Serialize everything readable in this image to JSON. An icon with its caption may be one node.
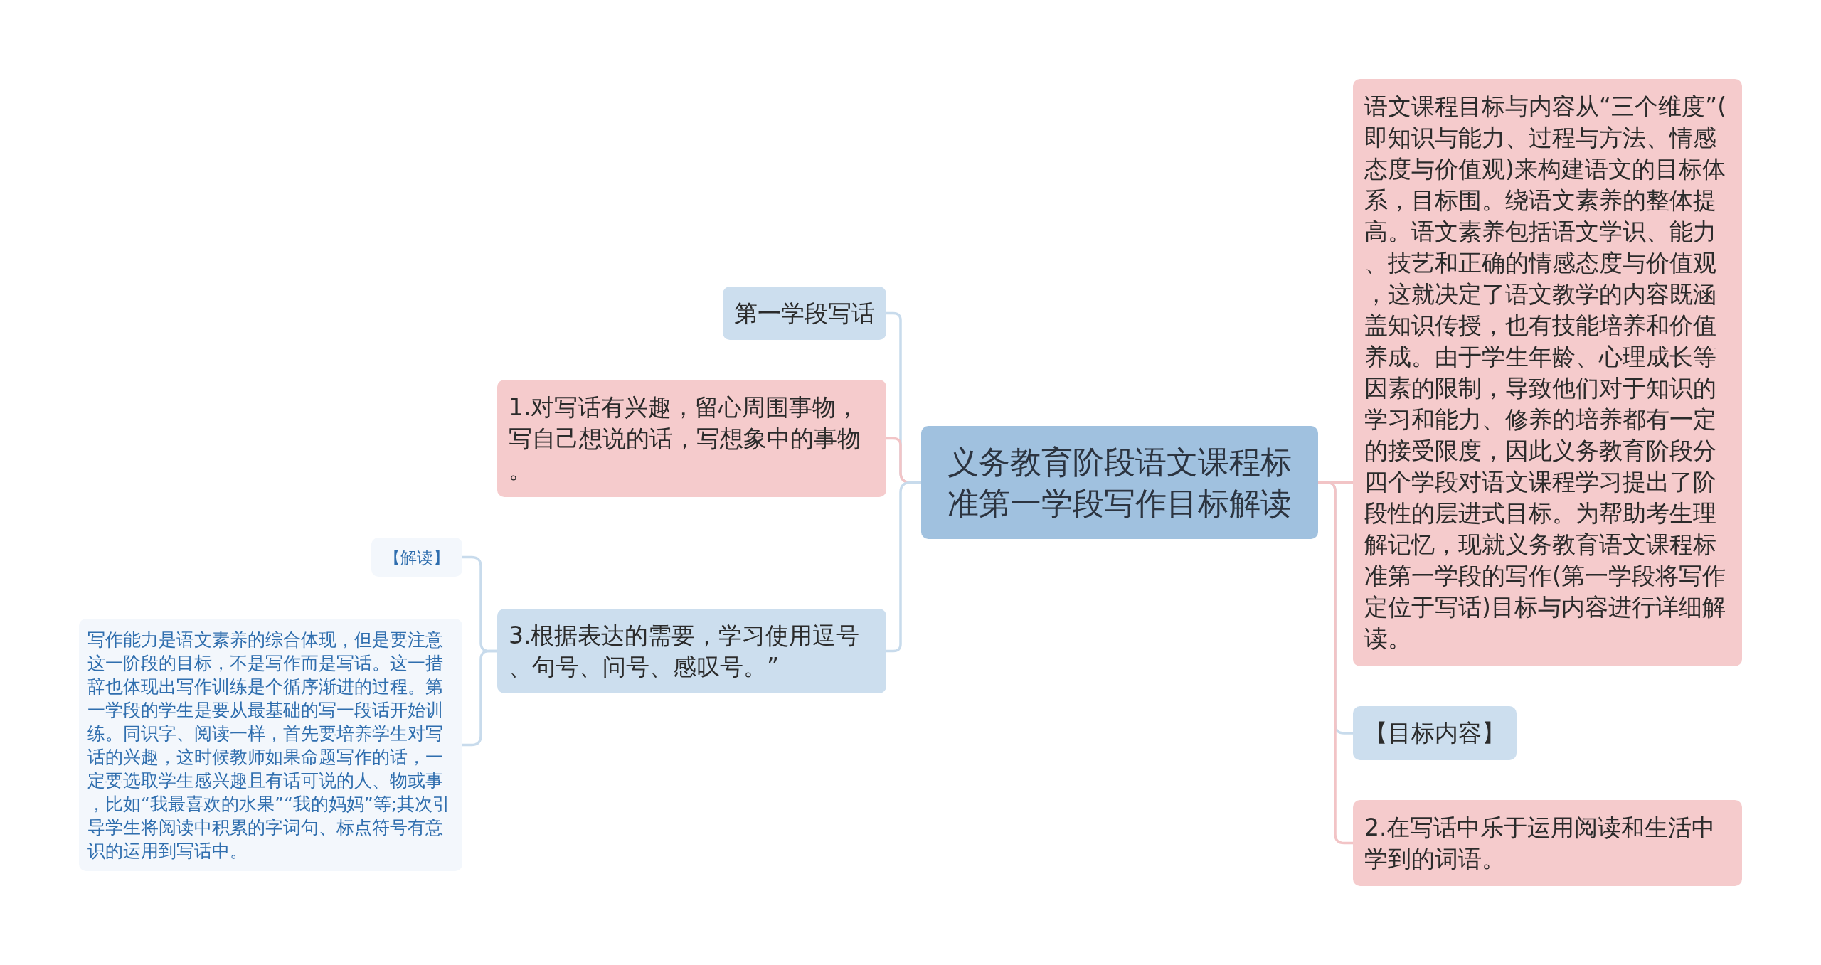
{
  "diagram": {
    "nodes": [
      {
        "text": [
          "义务教育阶段语文课程标准第一学段写作目标解读"
        ]
      },
      {
        "text": [
          "第一学段写话"
        ]
      },
      {
        "text": [
          "1.对写话有兴趣，留心周围事物，写自己想说的话，写想象中的事物。"
        ]
      },
      {
        "text": [
          "3.根据表达的需要，学习使用逗号、句号、问号、感叹号。”"
        ]
      },
      {
        "text": [
          "【解读】"
        ]
      },
      {
        "text": [
          "写作能力是语文素养的综合体现，但是要注意这一阶段的目标，不是写作而是写话。这一措辞也体现出写作训练是个循序渐进的过程。第一学段的学生是要从最基础的写一段话开始训练。同识字、阅读一样，首先要培养学生对写话的兴趣，这时候教师如果命题写作的话，一定要选取学生感兴趣且有话可说的人、物或事，比如“我最喜欢的水果”“我的妈妈”等;其次引导学生将阅读中积累的字词句、标点符号有意识的运用到写话中。"
        ]
      },
      {
        "text": [
          "语文课程目标与内容从“三个维度”(即知识与能力、过程与方法、情感态度与价值观)来构建语文的目标体系，目标围。绕语文素养的整体提高。语文素养包括语文学识、能力、技艺和正确的情感态度与价值观，这就决定了语文教学的内容既涵盖知识传授，也有技能培养和价值养成。由于学生年龄、心理成长等因素的限制，导致他们对于知识的学习和能力、修养的培养都有一定的接受限度，因此义务教育阶段分四个学段对语文课程学习提出了阶段性的层进式目标。为帮助考生理解记忆，现就义务教育语文课程标准第一学段的写作(第一学段将写作定位于写话)目标与内容进行详细解读。"
        ]
      },
      {
        "text": [
          "【目标内容】"
        ]
      },
      {
        "text": [
          "2.在写话中乐于运用阅读和生活中学到的词语。"
        ]
      }
    ],
    "edges": [
      {
        "from": 0,
        "to": 1,
        "arrow": "none"
      },
      {
        "from": 0,
        "to": 2,
        "arrow": "none",
        "color": "#f2c4c6"
      },
      {
        "from": 0,
        "to": 3,
        "arrow": "none"
      },
      {
        "from": 3,
        "to": 4,
        "arrow": "none"
      },
      {
        "from": 3,
        "to": 5,
        "arrow": "none"
      },
      {
        "from": 0,
        "to": 6,
        "arrow": "none",
        "color": "#f2c4c6"
      },
      {
        "from": 0,
        "to": 7,
        "arrow": "none"
      },
      {
        "from": 0,
        "to": 8,
        "arrow": "none",
        "color": "#f2c4c6"
      }
    ]
  }
}
